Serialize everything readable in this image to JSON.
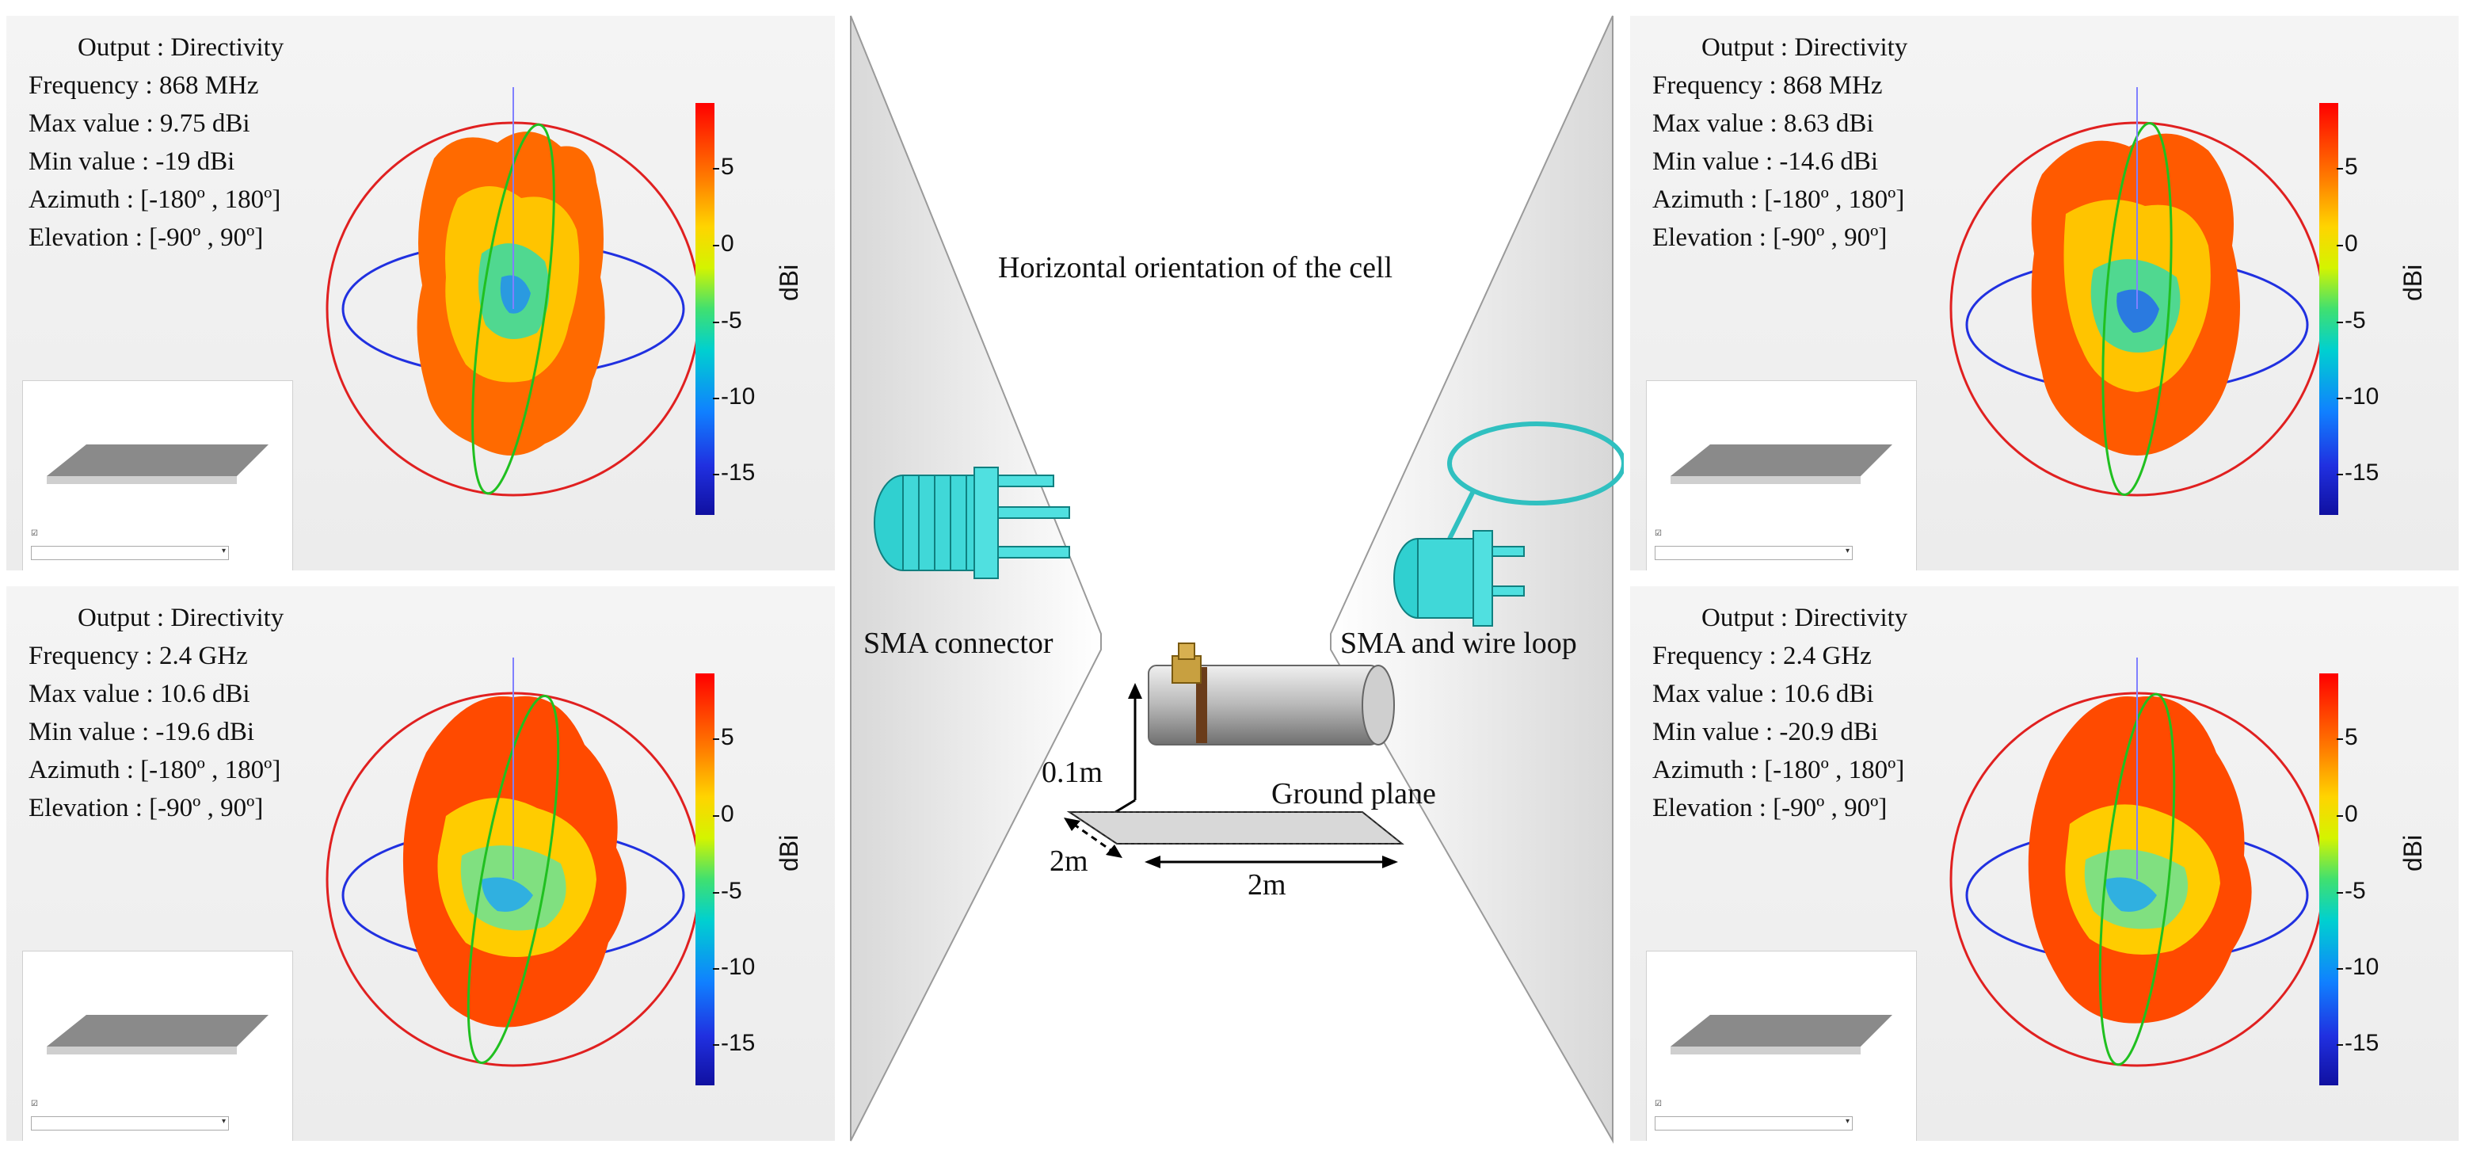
{
  "panels": [
    {
      "output": "Output : Directivity",
      "frequency": "Frequency : 868 MHz",
      "max": "Max value : 9.75 dBi",
      "min": "Min value : -19 dBi",
      "azimuth": "Azimuth : [-180º , 180º]",
      "elevation": "Elevation : [-90º , 90º]"
    },
    {
      "output": "Output : Directivity",
      "frequency": "Frequency : 868 MHz",
      "max": "Max value : 8.63 dBi",
      "min": "Min value : -14.6 dBi",
      "azimuth": "Azimuth : [-180º , 180º]",
      "elevation": "Elevation : [-90º , 90º]"
    },
    {
      "output": "Output : Directivity",
      "frequency": "Frequency : 2.4 GHz",
      "max": "Max value : 10.6 dBi",
      "min": "Min value : -19.6 dBi",
      "azimuth": "Azimuth : [-180º , 180º]",
      "elevation": "Elevation : [-90º , 90º]"
    },
    {
      "output": "Output : Directivity",
      "frequency": "Frequency : 2.4 GHz",
      "max": "Max value : 10.6 dBi",
      "min": "Min value : -20.9 dBi",
      "azimuth": "Azimuth : [-180º , 180º]",
      "elevation": "Elevation : [-90º , 90º]"
    }
  ],
  "colorbar": {
    "ticks": [
      "5",
      "0",
      "-5",
      "-10",
      "-15"
    ],
    "label": "dBi"
  },
  "center": {
    "title": "Horizontal  orientation  of the cell",
    "sma_label": "SMA connector",
    "loop_label": "SMA and wire loop",
    "height_label": "0.1m",
    "ground_label": "Ground  plane",
    "width_label": "2m",
    "length_label": "2m"
  },
  "colors": {
    "red_ring": "#e02020",
    "blue_ring": "#2030e0",
    "green_ring": "#20c020",
    "model": "#30d0d0"
  }
}
